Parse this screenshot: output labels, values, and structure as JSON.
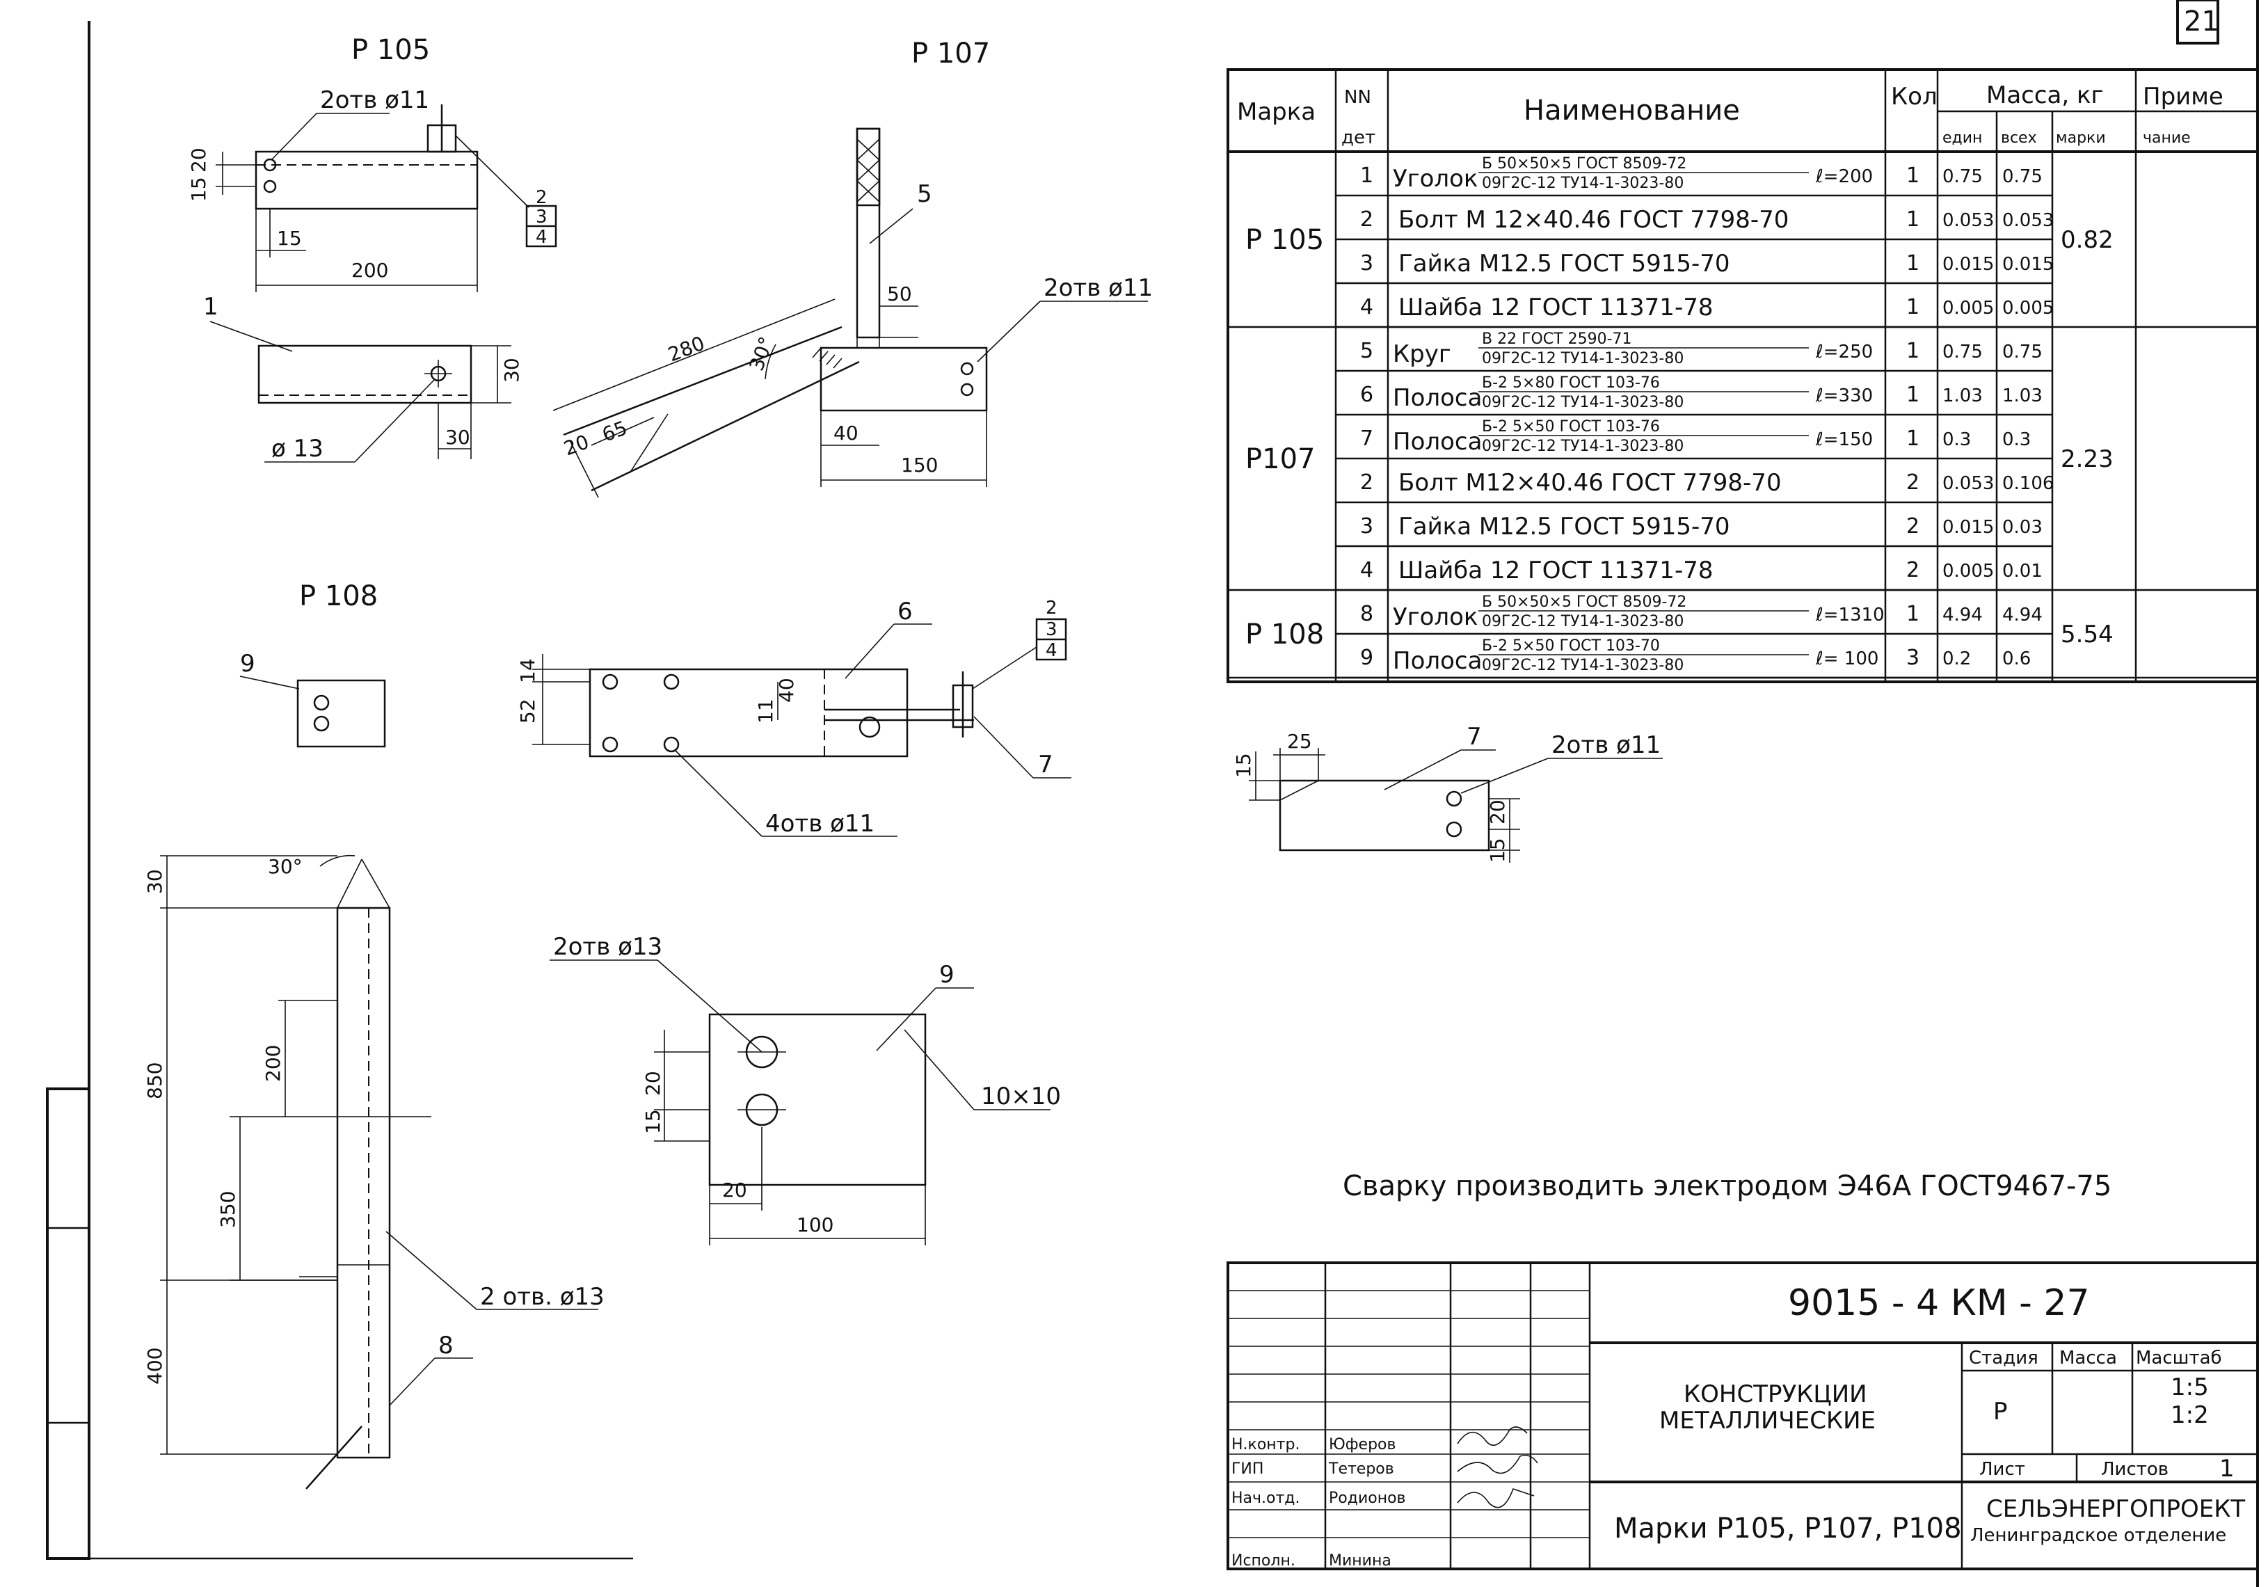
{
  "sheet_number": "21",
  "views": {
    "p105": {
      "title": "Р 105",
      "hole_label": "2отв ø11",
      "hole_label_lower": "ø 13",
      "dims": [
        "15",
        "20",
        "15",
        "200",
        "30",
        "30"
      ],
      "callout_1": "1",
      "callout_frac_top": "2",
      "callout_frac_mid": "3",
      "callout_frac_bot": "4"
    },
    "p107": {
      "title": "Р 107",
      "dims": [
        "280",
        "30°",
        "20",
        "65",
        "40",
        "150",
        "50"
      ],
      "callout_5": "5",
      "hole_label": "2отв ø11"
    },
    "p108": {
      "title": "Р 108",
      "callout_9": "9",
      "callout_6": "6",
      "callout_7": "7",
      "callout_8": "8",
      "callout_frac_top": "2",
      "callout_frac_mid": "3",
      "callout_frac_bot": "4",
      "dims_plate": [
        "14",
        "52",
        "11",
        "40"
      ],
      "holes_label": "4отв ø11",
      "tall_dims": [
        "30",
        "30°",
        "850",
        "200",
        "350",
        "400"
      ],
      "tall_holes_label": "2 отв. ø13"
    },
    "detail9": {
      "holes_label": "2отв ø13",
      "callout": "9",
      "chamfer": "10×10",
      "dims": [
        "20",
        "15",
        "20",
        "100"
      ]
    },
    "detail7": {
      "callout": "7",
      "hole_label": "2отв ø11",
      "dims": [
        "25",
        "15",
        "20",
        "15"
      ]
    }
  },
  "table": {
    "headers": {
      "mark": "Марка",
      "nn_top": "NN",
      "nn_bottom": "дет",
      "name": "Наименование",
      "qty": "Кол",
      "mass": "Масса, кг",
      "mass_unit": "един",
      "mass_all": "всех",
      "mass_mark": "марки",
      "note_top": "Приме",
      "note_bottom": "чание"
    },
    "groups": [
      {
        "mark": "Р 105",
        "mass_mark": "0.82",
        "rows": [
          {
            "nn": "1",
            "name": "Уголок",
            "frac_top": "Б 50×50×5   ГОСТ 8509-72",
            "frac_bot": "09Г2С-12    ТУ14-1-3023-80",
            "len": "ℓ=200",
            "qty": "1",
            "unit": "0.75",
            "all": "0.75"
          },
          {
            "nn": "2",
            "name": "Болт  М 12×40.46  ГОСТ 7798-70",
            "qty": "1",
            "unit": "0.053",
            "all": "0.053"
          },
          {
            "nn": "3",
            "name": "Гайка  М12.5       ГОСТ 5915-70",
            "qty": "1",
            "unit": "0.015",
            "all": "0.015"
          },
          {
            "nn": "4",
            "name": "Шайба  12          ГОСТ 11371-78",
            "qty": "1",
            "unit": "0.005",
            "all": "0.005"
          }
        ]
      },
      {
        "mark": "Р107",
        "mass_mark": "2.23",
        "rows": [
          {
            "nn": "5",
            "name": "Круг",
            "frac_top": "В 22     ГОСТ 2590-71",
            "frac_bot": "09Г2С-12    ТУ14-1-3023-80",
            "len": "ℓ=250",
            "qty": "1",
            "unit": "0.75",
            "all": "0.75"
          },
          {
            "nn": "6",
            "name": "Полоса",
            "frac_top": "Б-2  5×80   ГОСТ 103-76",
            "frac_bot": "09Г2С-12   ТУ14-1-3023-80",
            "len": "ℓ=330",
            "qty": "1",
            "unit": "1.03",
            "all": "1.03"
          },
          {
            "nn": "7",
            "name": "Полоса",
            "frac_top": "Б-2  5×50   ГОСТ 103-76",
            "frac_bot": "09Г2С-12   ТУ14-1-3023-80",
            "len": "ℓ=150",
            "qty": "1",
            "unit": "0.3",
            "all": "0.3"
          },
          {
            "nn": "2",
            "name": "Болт  М12×40.46   ГОСТ 7798-70",
            "qty": "2",
            "unit": "0.053",
            "all": "0.106"
          },
          {
            "nn": "3",
            "name": "Гайка  М12.5       ГОСТ 5915-70",
            "qty": "2",
            "unit": "0.015",
            "all": "0.03"
          },
          {
            "nn": "4",
            "name": "Шайба  12          ГОСТ 11371-78",
            "qty": "2",
            "unit": "0.005",
            "all": "0.01"
          }
        ]
      },
      {
        "mark": "Р 108",
        "mass_mark": "5.54",
        "rows": [
          {
            "nn": "8",
            "name": "Уголок",
            "frac_top": "Б 50×50×5   ГОСТ 8509-72",
            "frac_bot": "09Г2С-12    ТУ14-1-3023-80",
            "len": "ℓ=1310",
            "qty": "1",
            "unit": "4.94",
            "all": "4.94"
          },
          {
            "nn": "9",
            "name": "Полоса",
            "frac_top": "Б-2   5×50   ГОСТ 103-70",
            "frac_bot": "09Г2С-12    ТУ14-1-3023-80",
            "len": "ℓ= 100",
            "qty": "3",
            "unit": "0.2",
            "all": "0.6"
          }
        ]
      }
    ]
  },
  "welding_note": "Сварку производить электродом Э46А ГОСТ9467-75",
  "title_block": {
    "doc_code": "9015 - 4  КМ - 27",
    "title_line1": "КОНСТРУКЦИИ",
    "title_line2": "МЕТАЛЛИЧЕСКИЕ",
    "sheet_title": "Марки Р105, Р107, Р108",
    "stage_label": "Стадия",
    "mass_label": "Масса",
    "scale_label": "Масштаб",
    "stage_value": "Р",
    "scale_value_1": "1:5",
    "scale_value_2": "1:2",
    "sheet_label": "Лист",
    "sheets_label": "Листов",
    "sheets_value": "1",
    "org_line1": "СЕЛЬЭНЕРГОПРОЕКТ",
    "org_line2": "Ленинградское отделение",
    "roles": [
      {
        "role": "Н.контр.",
        "name": "Юферов"
      },
      {
        "role": "ГИП",
        "name": "Тетеров"
      },
      {
        "role": "Нач.отд.",
        "name": "Родионов"
      },
      {
        "role": "Исполн.",
        "name": "Минина"
      }
    ]
  }
}
